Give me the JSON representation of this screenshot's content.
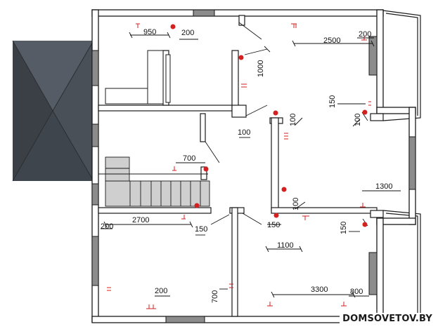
{
  "plan": {
    "dimensions": {
      "d950": "950",
      "d200_top": "200",
      "d2500": "2500",
      "d200_topright": "200",
      "d1000": "1000",
      "d150_right": "150",
      "d100_mid": "100",
      "d100_corridor": "100",
      "d100_right": "100",
      "d700_stairs": "700",
      "d1300": "1300",
      "d2700": "2700",
      "d200_left": "200",
      "d150_a": "150",
      "d150_b": "150",
      "d100_lower": "100",
      "d150_lowerright": "150",
      "d1100": "1100",
      "d200_bottom": "200",
      "d700_bottom": "700",
      "d3300": "3300",
      "d800": "800"
    },
    "watermark": "DOMSOVETOV.BY",
    "colors": {
      "wall": "#1a1a1a",
      "wall_fill": "#ffffff",
      "window": "#8c8c8c",
      "roof": "#4a5058",
      "outlet": "#d42020",
      "stairs": "#cfcfcf"
    }
  }
}
